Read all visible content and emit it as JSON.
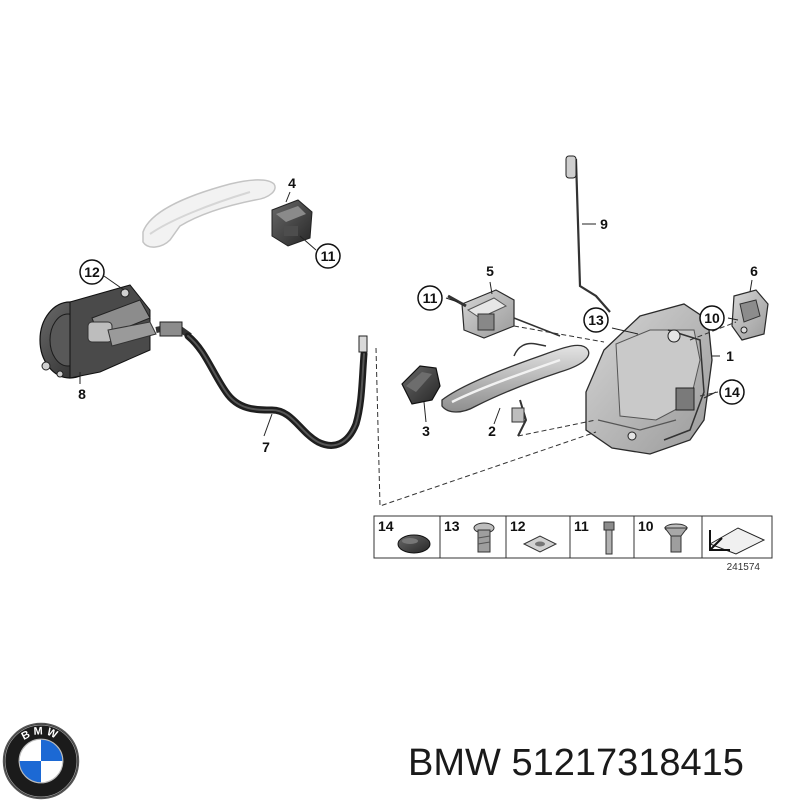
{
  "diagram": {
    "reference_number": "241574",
    "callouts": {
      "c1": "1",
      "c2": "2",
      "c3": "3",
      "c4": "4",
      "c5": "5",
      "c6": "6",
      "c7": "7",
      "c8": "8",
      "c9": "9",
      "c10": "10",
      "c11a": "11",
      "c11b": "11",
      "c12": "12",
      "c13": "13",
      "c14": "14"
    },
    "hardware_legend": [
      "14",
      "13",
      "12",
      "11",
      "10"
    ]
  },
  "footer": {
    "brand": "BMW",
    "part_number": "51217318415",
    "logo_letters": "BMW"
  },
  "colors": {
    "bmw_blue": "#1c69d4",
    "part_gray": "#a9a9a9",
    "dark_part": "#3b3b3b",
    "line": "#222222"
  }
}
